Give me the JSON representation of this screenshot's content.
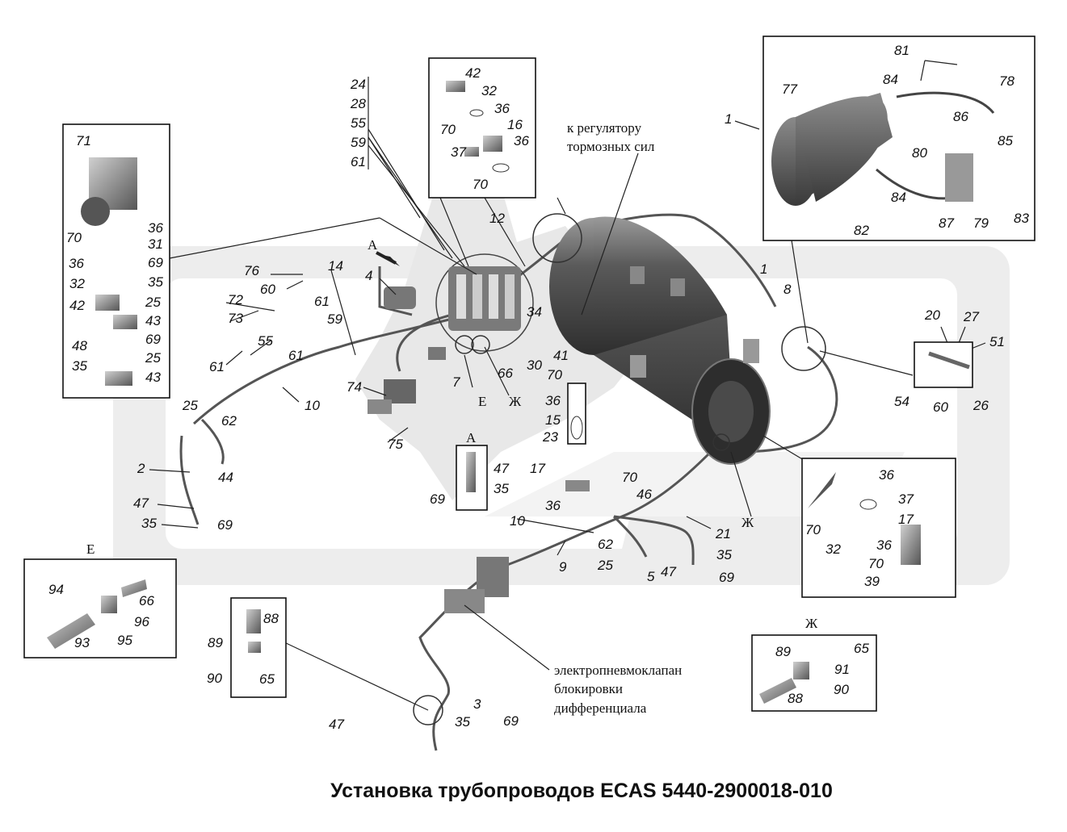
{
  "title": "Установка трубопроводов ECAS 5440-2900018-010",
  "notes": {
    "regulator_line1": "к регулятору",
    "regulator_line2": "тормозных сил",
    "valve_line1": "электропневмоклапан",
    "valve_line2": "блокировки",
    "valve_line3": "дифференциала"
  },
  "views": {
    "A_top": "А",
    "A_detail": "А",
    "E_marker": "Е",
    "E_detail": "Е",
    "ZH_marker_left": "Ж",
    "ZH_marker_right": "Ж",
    "ZH_detail": "Ж"
  },
  "labels": {
    "l24": "24",
    "l28": "28",
    "l55a": "55",
    "l59a": "59",
    "l61a": "61",
    "l42a": "42",
    "l32a": "32",
    "l36a": "36",
    "l70a": "70",
    "l16": "16",
    "l36b": "36",
    "l37a": "37",
    "l70b": "70",
    "l81": "81",
    "l77": "77",
    "l84a": "84",
    "l78": "78",
    "l1a": "1",
    "l86": "86",
    "l85": "85",
    "l80": "80",
    "l84b": "84",
    "l82": "82",
    "l87": "87",
    "l79": "79",
    "l83": "83",
    "l71": "71",
    "l36c": "36",
    "l70c": "70",
    "l31": "31",
    "l36d": "36",
    "l69a": "69",
    "l32b": "32",
    "l35a": "35",
    "l42b": "42",
    "l25a": "25",
    "l43a": "43",
    "l48": "48",
    "l69b": "69",
    "l35b": "35",
    "l25b": "25",
    "l43b": "43",
    "l12": "12",
    "l76": "76",
    "l14": "14",
    "l4": "4",
    "l60a": "60",
    "l72": "72",
    "l73": "73",
    "l61b": "61",
    "l59b": "59",
    "l55b": "55",
    "l61c": "61",
    "l61d": "61",
    "l1b": "1",
    "l8": "8",
    "l34": "34",
    "l41": "41",
    "l30": "30",
    "l66a": "66",
    "l70d": "70",
    "l7": "7",
    "l74": "74",
    "l10a": "10",
    "l25c": "25",
    "l62a": "62",
    "l75": "75",
    "l44": "44",
    "l36e": "36",
    "l15": "15",
    "l23": "23",
    "l47a": "47",
    "l35c": "35",
    "l69c": "69",
    "l20": "20",
    "l27": "27",
    "l51": "51",
    "l54": "54",
    "l60b": "60",
    "l26": "26",
    "l2": "2",
    "l47b": "47",
    "l35d": "35",
    "l69d": "69",
    "l17a": "17",
    "l70e": "70",
    "l46": "46",
    "l36f": "36",
    "l10b": "10",
    "l21": "21",
    "l62b": "62",
    "l25d": "25",
    "l9": "9",
    "l5": "5",
    "l47c": "47",
    "l35e": "35",
    "l69e": "69",
    "l36g": "36",
    "l70f": "70",
    "l37b": "37",
    "l17b": "17",
    "l32c": "32",
    "l36h": "36",
    "l70g": "70",
    "l39": "39",
    "l94": "94",
    "l66b": "66",
    "l96": "96",
    "l93": "93",
    "l95": "95",
    "l88a": "88",
    "l89a": "89",
    "l90a": "90",
    "l65a": "65",
    "l3": "3",
    "l47d": "47",
    "l35f": "35",
    "l69f": "69",
    "l89b": "89",
    "l65b": "65",
    "l91": "91",
    "l90b": "90",
    "l88b": "88"
  }
}
